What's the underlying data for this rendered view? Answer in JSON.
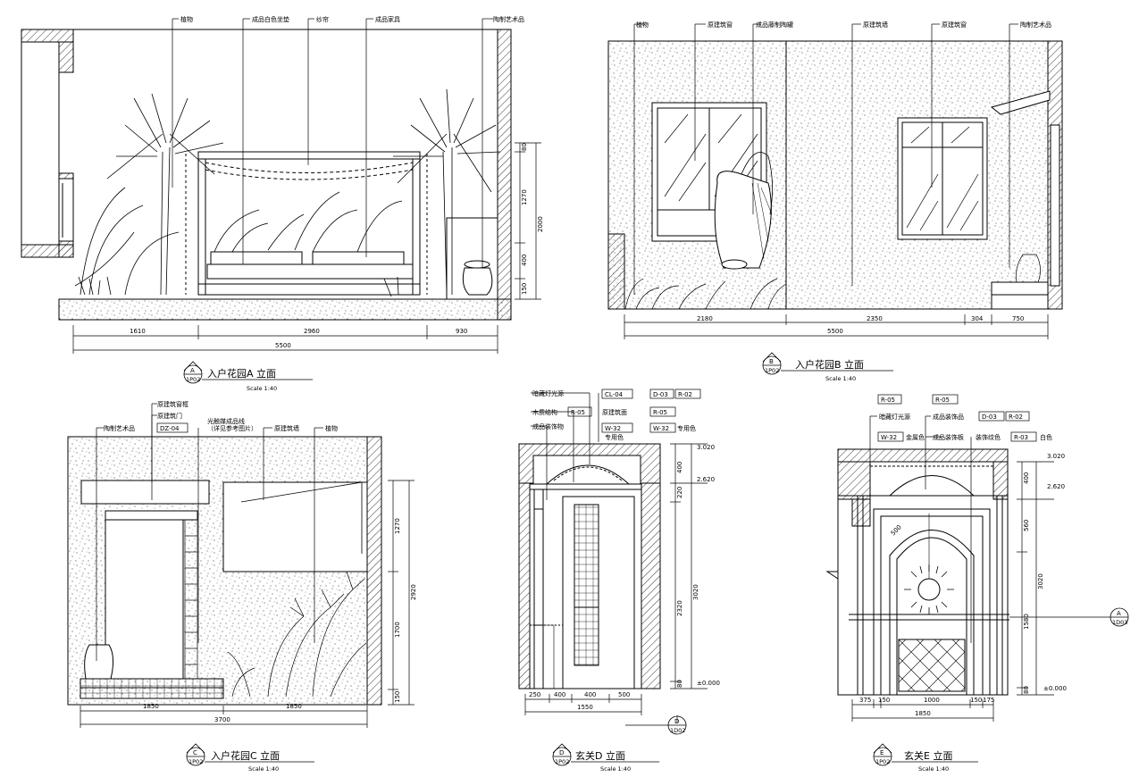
{
  "views": {
    "A": {
      "title": "入户花园A 立面",
      "scale": "Scale 1:40",
      "marker_letter": "A",
      "marker_sheet": "1P02",
      "callouts": [
        "植物",
        "成品白色坐垫",
        "纱帘",
        "成品家具",
        "陶制艺术品"
      ],
      "dims_horizontal": [
        "1610",
        "2960",
        "930"
      ],
      "dim_total": "5500",
      "dims_vertical": [
        "80",
        "1270",
        "400",
        "150"
      ],
      "dim_vertical_total": "2000"
    },
    "B": {
      "title": "入户花园B 立面",
      "scale": "Scale 1:40",
      "marker_letter": "B",
      "marker_sheet": "1P02",
      "callouts": [
        "植物",
        "原建筑窗",
        "成品藤制陶罐",
        "原建筑墙",
        "原建筑窗",
        "陶制艺术品"
      ],
      "dims_horizontal": [
        "2180",
        "2350",
        "304",
        "750"
      ],
      "dim_total": "5500"
    },
    "C": {
      "title": "入户花园C 立面",
      "scale": "Scale 1:40",
      "marker_letter": "C",
      "marker_sheet": "1P02",
      "callouts": [
        "原建筑窗框",
        "原建筑门",
        "陶制艺术品",
        "光触媒成品线",
        "（详见参考图片）",
        "原建筑墙",
        "植物"
      ],
      "door_tag": "DZ-04",
      "dims_horizontal": [
        "1850",
        "1850"
      ],
      "dim_total": "3700",
      "dims_vertical": [
        "1270",
        "1700",
        "150"
      ],
      "dim_vertical_total": "2920"
    },
    "D": {
      "title": "玄关D 立面",
      "scale": "Scale 1:40",
      "marker_letter": "D",
      "marker_sheet": "1P02",
      "callouts_left": [
        "暗藏灯光源",
        "木质结构",
        "成品装饰物"
      ],
      "tags": [
        "CL-04",
        "D-03",
        "R-02",
        "R-05",
        "R-05",
        "W-32",
        "W-32"
      ],
      "tag_notes": [
        "原建筑面",
        "专用色",
        "专用色"
      ],
      "levels": [
        "3.020",
        "2.620",
        "±0.000"
      ],
      "dims_horizontal": [
        "250",
        "400",
        "400",
        "500"
      ],
      "dim_total": "1550",
      "dims_vertical": [
        "400",
        "220",
        "2320",
        "80"
      ],
      "dim_vertical_total": "3020",
      "section_ref_letter": "D",
      "section_ref_sheet": "1D02"
    },
    "E": {
      "title": "玄关E 立面",
      "scale": "Scale 1:40",
      "marker_letter": "E",
      "marker_sheet": "1P02",
      "callouts": [
        "暗藏灯光源",
        "成品装饰品",
        "金属色",
        "成品装饰板",
        "装饰纹色",
        "白色"
      ],
      "tags": [
        "R-05",
        "R-05",
        "D-03",
        "R-02",
        "W-32",
        "R-03"
      ],
      "levels": [
        "3.020",
        "2.620",
        "±0.000"
      ],
      "dims_horizontal": [
        "375",
        "150",
        "1000",
        "150",
        "175"
      ],
      "dim_total": "1850",
      "dims_vertical": [
        "400",
        "560",
        "1580",
        "80"
      ],
      "dim_vertical_total": "3020",
      "arch_dim": "500",
      "section_ref_letter": "A",
      "section_ref_sheet": "1D03"
    }
  },
  "colors": {
    "line": "#000000",
    "paper": "#ffffff"
  }
}
